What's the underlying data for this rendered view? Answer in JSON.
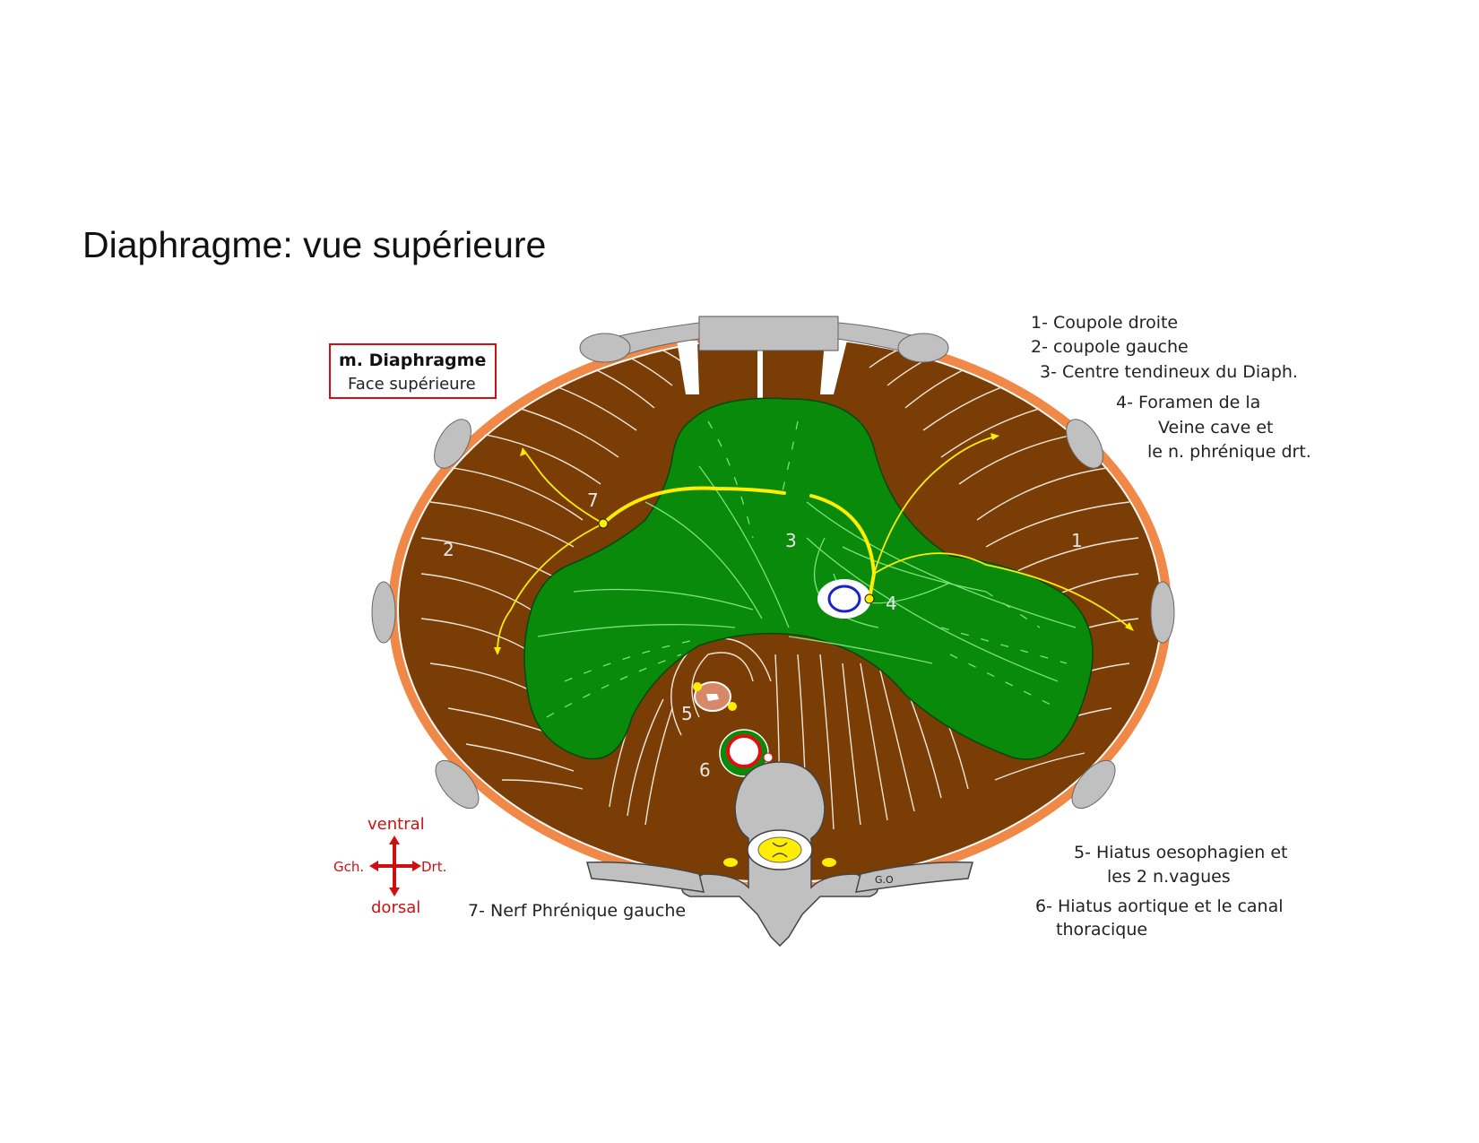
{
  "title": "Diaphragme: vue supérieure",
  "box": {
    "title": "m. Diaphragme",
    "subtitle": "Face supérieure"
  },
  "legend": {
    "l1": "1- Coupole droite",
    "l2": "2- coupole gauche",
    "l3": "3- Centre tendineux du Diaph.",
    "l4a": "4- Foramen de la",
    "l4b": "Veine cave  et",
    "l4c": "le n. phrénique drt.",
    "l5a": "5- Hiatus oesophagien et",
    "l5b": "les 2 n.vagues",
    "l6a": "6- Hiatus aortique et le canal",
    "l6b": "thoracique",
    "l7": "7- Nerf Phrénique gauche"
  },
  "numbers": {
    "n1": "1",
    "n2": "2",
    "n3": "3",
    "n4": "4",
    "n5": "5",
    "n6": "6",
    "n7": "7"
  },
  "orientation": {
    "ventral": "ventral",
    "dorsal": "dorsal",
    "left": "Gch.",
    "right": "Drt."
  },
  "small_label": "G.O",
  "colors": {
    "muscle": "#7a3d06",
    "tendon": "#0a8a0a",
    "rib": "#f08848",
    "bone": "#c0c0c0",
    "nerve": "#ffee00",
    "vena_cava": "#1a22c8",
    "aorta": "#e01010",
    "orientation": "#d01010"
  }
}
